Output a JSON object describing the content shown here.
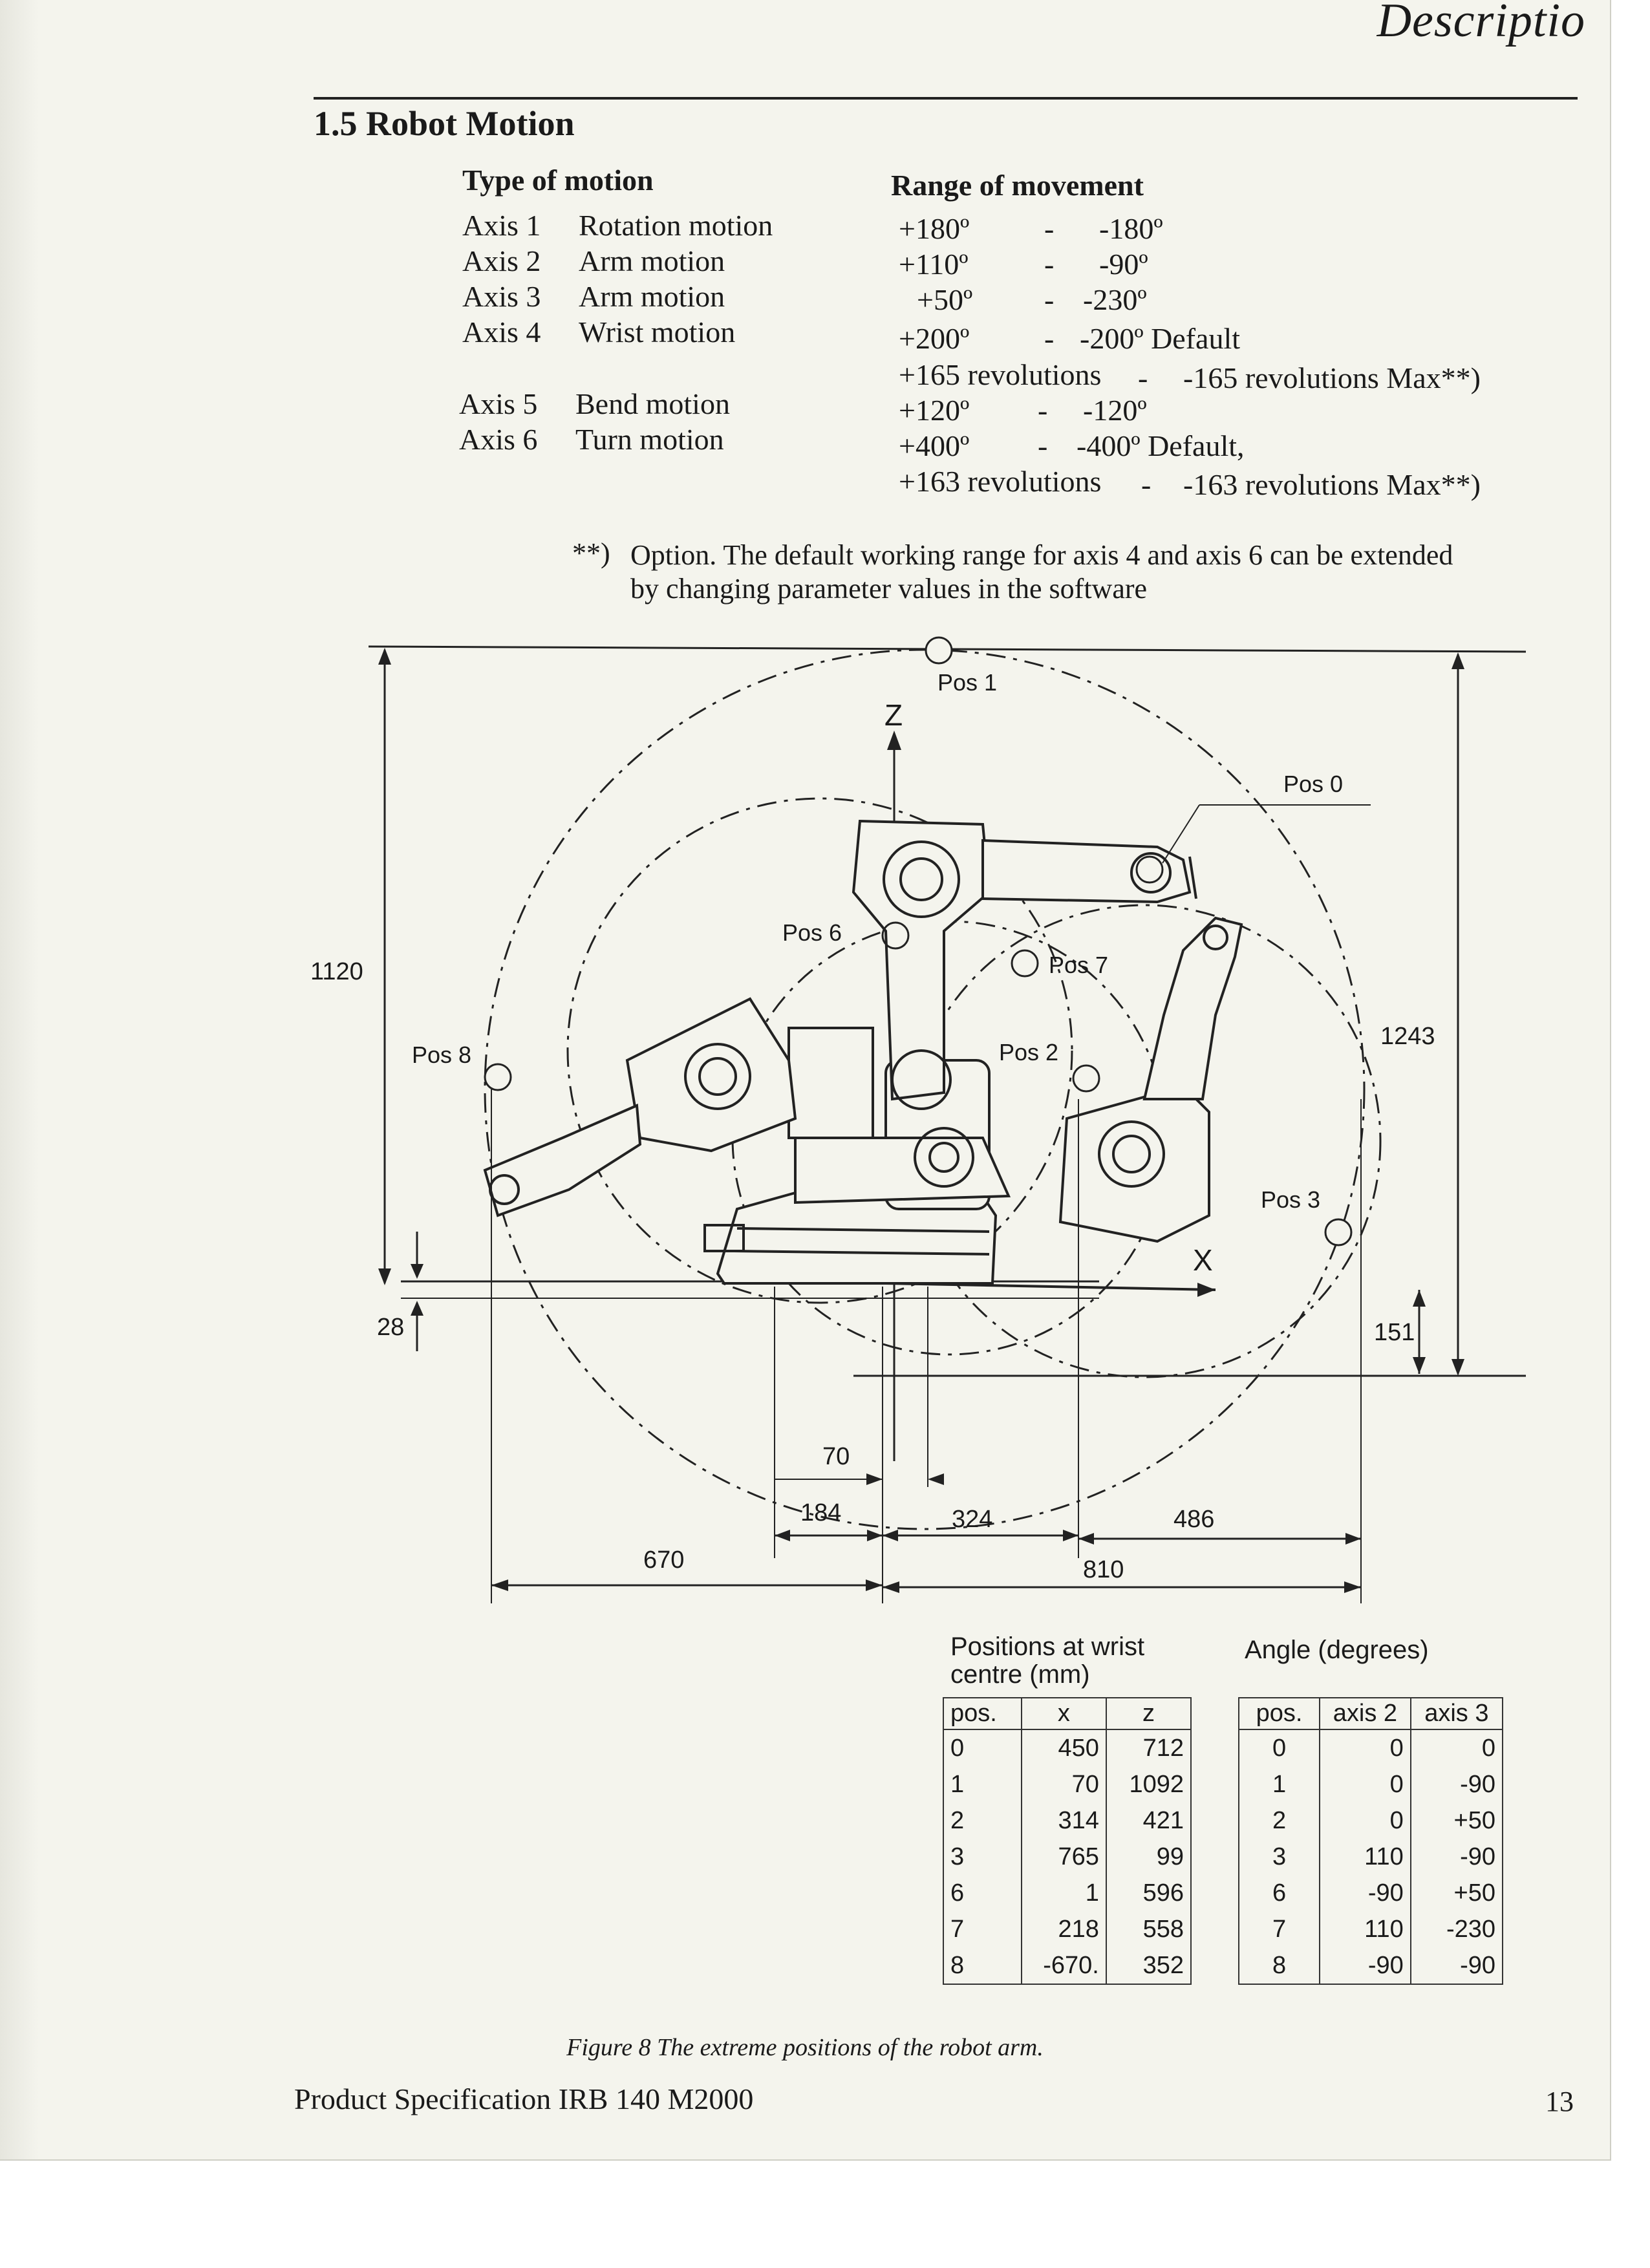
{
  "header": {
    "section_name": "Descriptio"
  },
  "section": {
    "title": "1.5  Robot Motion"
  },
  "motion_table": {
    "col_type": "Type of motion",
    "col_range": "Range of movement",
    "rows": [
      {
        "axis": "Axis 1",
        "motion": "Rotation motion",
        "plus": "+180º",
        "dash": "-",
        "minus": "-180º"
      },
      {
        "axis": "Axis 2",
        "motion": "Arm motion",
        "plus": "+110º",
        "dash": "-",
        "minus": "-90º"
      },
      {
        "axis": "Axis 3",
        "motion": "Arm motion",
        "plus": "+50º",
        "dash": "-",
        "minus": "-230º"
      },
      {
        "axis": "Axis 4",
        "motion": "Wrist motion",
        "plus": "+200º",
        "dash": "-",
        "minus": "-200º Default"
      },
      {
        "axis": "",
        "motion": "",
        "plus": "+165 revolutions",
        "dash": "-",
        "minus": "-165 revolutions Max**)"
      },
      {
        "axis": "Axis 5",
        "motion": "Bend motion",
        "plus": "+120º",
        "dash": "-",
        "minus": "-120º"
      },
      {
        "axis": "Axis 6",
        "motion": "Turn motion",
        "plus": "+400º",
        "dash": "-",
        "minus": "-400º Default,"
      },
      {
        "axis": "",
        "motion": "",
        "plus": "+163 revolutions",
        "dash": "-",
        "minus": "-163 revolutions Max**)"
      }
    ]
  },
  "note": {
    "marker": "**)",
    "line1": "Option. The default working range for axis 4 and axis 6 can be extended",
    "line2": "by changing parameter values in the software"
  },
  "diagram": {
    "positions": [
      "Pos 0",
      "Pos 1",
      "Pos 2",
      "Pos 3",
      "Pos 6",
      "Pos 7",
      "Pos 8"
    ],
    "axis_z": "Z",
    "axis_x": "X",
    "dims": {
      "d1120": "1120",
      "d1243": "1243",
      "d28": "28",
      "d151": "151",
      "d70": "70",
      "d184": "184",
      "d324": "324",
      "d486": "486",
      "d670": "670",
      "d810": "810"
    }
  },
  "wrist_table": {
    "title_line1": "Positions at wrist",
    "title_line2": "centre (mm)",
    "headers": [
      "pos.",
      "x",
      "z"
    ],
    "rows": [
      [
        "0",
        "450",
        "712"
      ],
      [
        "1",
        "70",
        "1092"
      ],
      [
        "2",
        "314",
        "421"
      ],
      [
        "3",
        "765",
        "99"
      ],
      [
        "6",
        "1",
        "596"
      ],
      [
        "7",
        "218",
        "558"
      ],
      [
        "8",
        "-670.",
        "352"
      ]
    ]
  },
  "angle_table": {
    "title": "Angle (degrees)",
    "headers": [
      "pos.",
      "axis 2",
      "axis 3"
    ],
    "rows": [
      [
        "0",
        "0",
        "0"
      ],
      [
        "1",
        "0",
        "-90"
      ],
      [
        "2",
        "0",
        "+50"
      ],
      [
        "3",
        "110",
        "-90"
      ],
      [
        "6",
        "-90",
        "+50"
      ],
      [
        "7",
        "110",
        "-230"
      ],
      [
        "8",
        "-90",
        "-90"
      ]
    ]
  },
  "caption": "Figure 8  The extreme positions of the robot arm.",
  "footer": {
    "left": "Product Specification IRB 140 M2000",
    "page": "13"
  }
}
